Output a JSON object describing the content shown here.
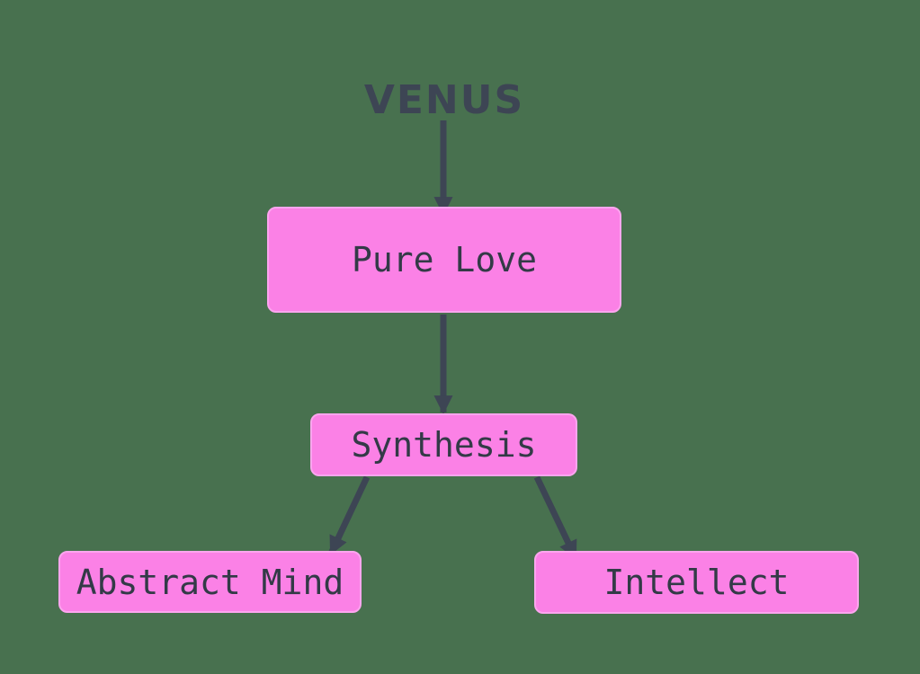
{
  "diagram": {
    "type": "flowchart-top-down",
    "title": "VENUS",
    "nodes": [
      {
        "id": "pure-love",
        "label": "Pure Love"
      },
      {
        "id": "synthesis",
        "label": "Synthesis"
      },
      {
        "id": "abstract-mind",
        "label": "Abstract Mind"
      },
      {
        "id": "intellect",
        "label": "Intellect"
      }
    ],
    "edges": [
      {
        "from": "venus-title",
        "to": "pure-love"
      },
      {
        "from": "pure-love",
        "to": "synthesis"
      },
      {
        "from": "synthesis",
        "to": "abstract-mind"
      },
      {
        "from": "synthesis",
        "to": "intellect"
      }
    ],
    "colors": {
      "background": "#48714f",
      "node_fill": "#fb81e6",
      "node_stroke": "#fda5ef",
      "text": "#333a47",
      "arrow": "#3d4554",
      "title": "#3d4554"
    }
  }
}
